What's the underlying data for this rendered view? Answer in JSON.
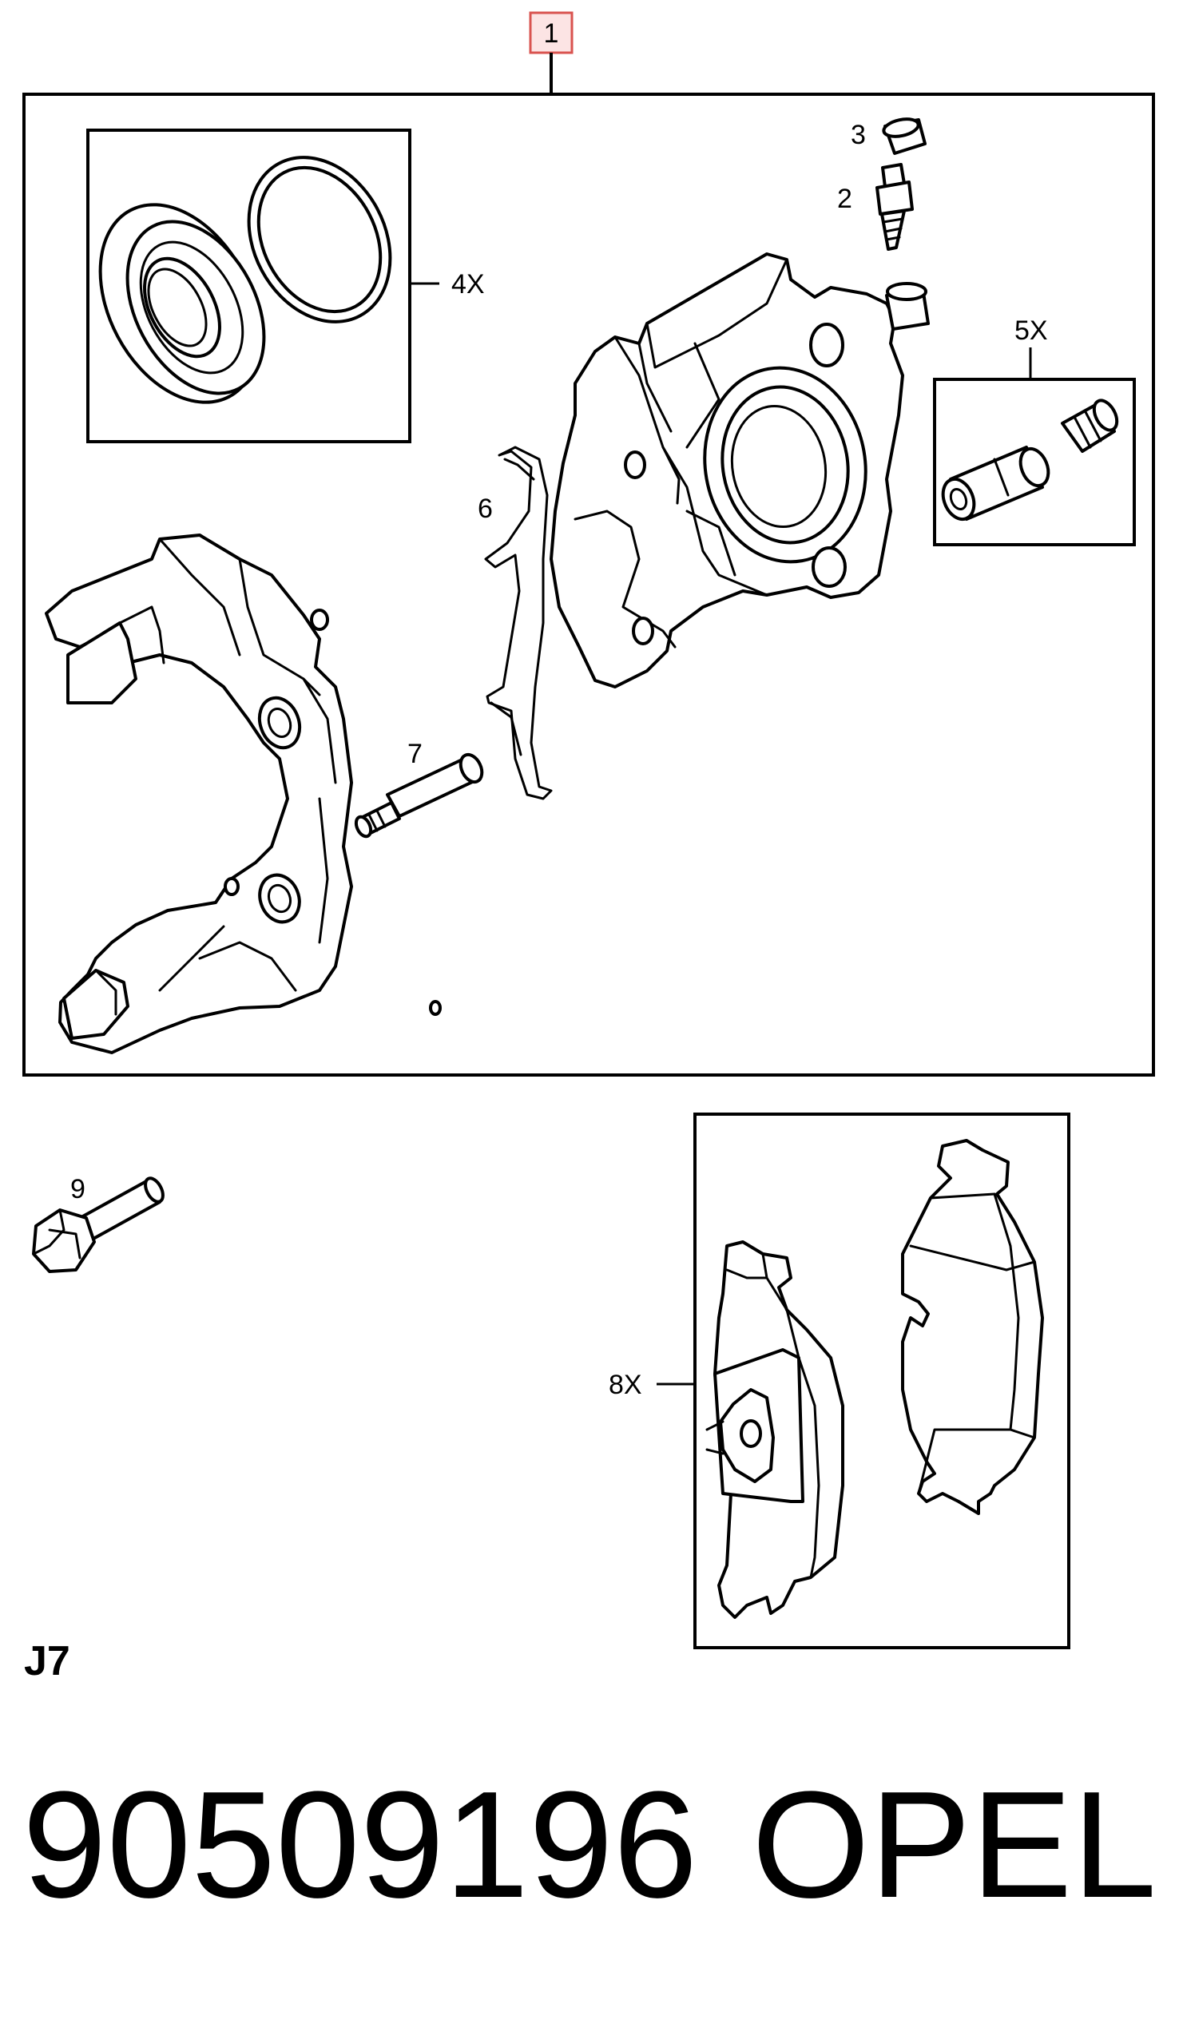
{
  "callouts": {
    "assembly": "1",
    "bleed_screw": "2",
    "dust_cap": "3",
    "seal_kit": "4X",
    "guide_kit": "5X",
    "spring_clip": "6",
    "guide_pin": "7",
    "brake_pads": "8X",
    "bolt": "9"
  },
  "section_code": "J7",
  "part_number": "90509196",
  "brand": "OPEL",
  "colors": {
    "highlight_fill": "#fce4e4",
    "highlight_stroke": "#d9534f",
    "line": "#000000"
  }
}
